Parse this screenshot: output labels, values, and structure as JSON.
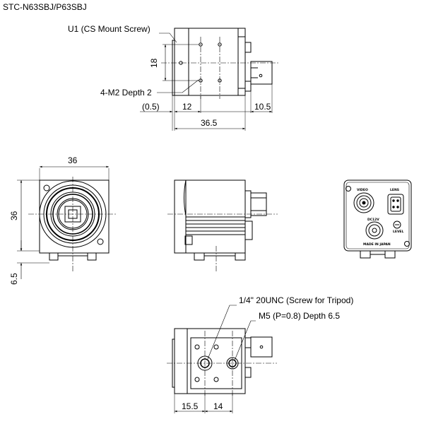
{
  "title": "STC-N63SBJ/P63SBJ",
  "top_view": {
    "label_mount": "U1 (CS Mount Screw)",
    "label_holes": "4-M2 Depth 2",
    "dim_18": "18",
    "dim_05": "(0.5)",
    "dim_12": "12",
    "dim_105": "10.5",
    "dim_365": "36.5"
  },
  "front_view": {
    "dim_width": "36",
    "dim_height": "36",
    "dim_offset": "6.5"
  },
  "rear_view": {
    "video": "VIDEO",
    "lens": "LENS",
    "dc12v": "DC12V",
    "level": "LEVEL",
    "made_in": "MADE IN JAPAN"
  },
  "bottom_view": {
    "label_tripod": "1/4\" 20UNC (Screw for Tripod)",
    "label_m5": "M5 (P=0.8) Depth 6.5",
    "dim_155": "15.5",
    "dim_14": "14"
  }
}
